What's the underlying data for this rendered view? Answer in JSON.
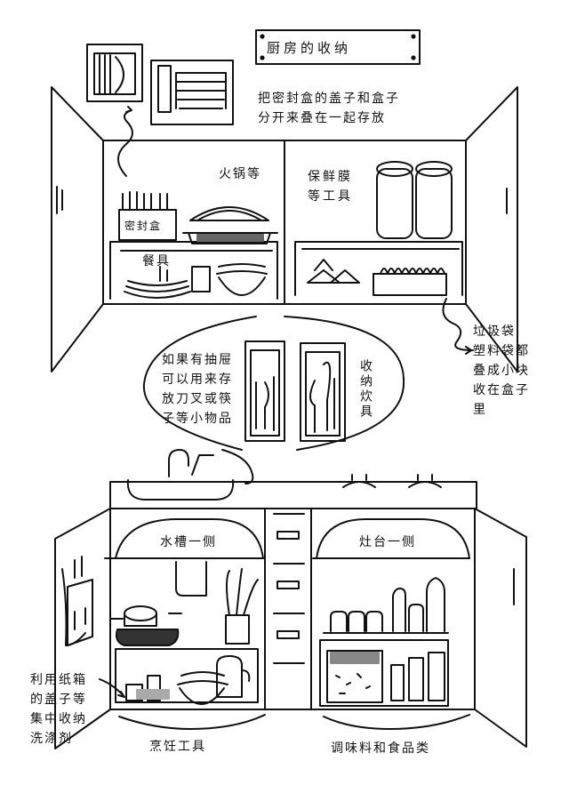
{
  "title": "厨房的收纳",
  "notes": {
    "sealed_boxes": "把密封盒的盖子和盒子\n分开来叠在一起存放",
    "trash_bags": "垃圾袋·\n塑料袋都\n叠成小块\n收在盒子\n里",
    "drawer": "如果有抽屉\n可以用来存\n放刀叉或筷\n子等小物品",
    "paper_box": "利用纸箱\n的盖子等\n集中收纳\n洗涤剂"
  },
  "labels": {
    "hotpot": "火锅等",
    "sealed_box": "密封盒",
    "tableware": "餐具",
    "wrap": "保鲜膜\n等工具",
    "utensils": "收纳炊具",
    "sink_side": "水槽一侧",
    "stove_side": "灶台一侧",
    "cooking_tools": "烹饪工具",
    "seasonings": "调味料和食品类"
  }
}
